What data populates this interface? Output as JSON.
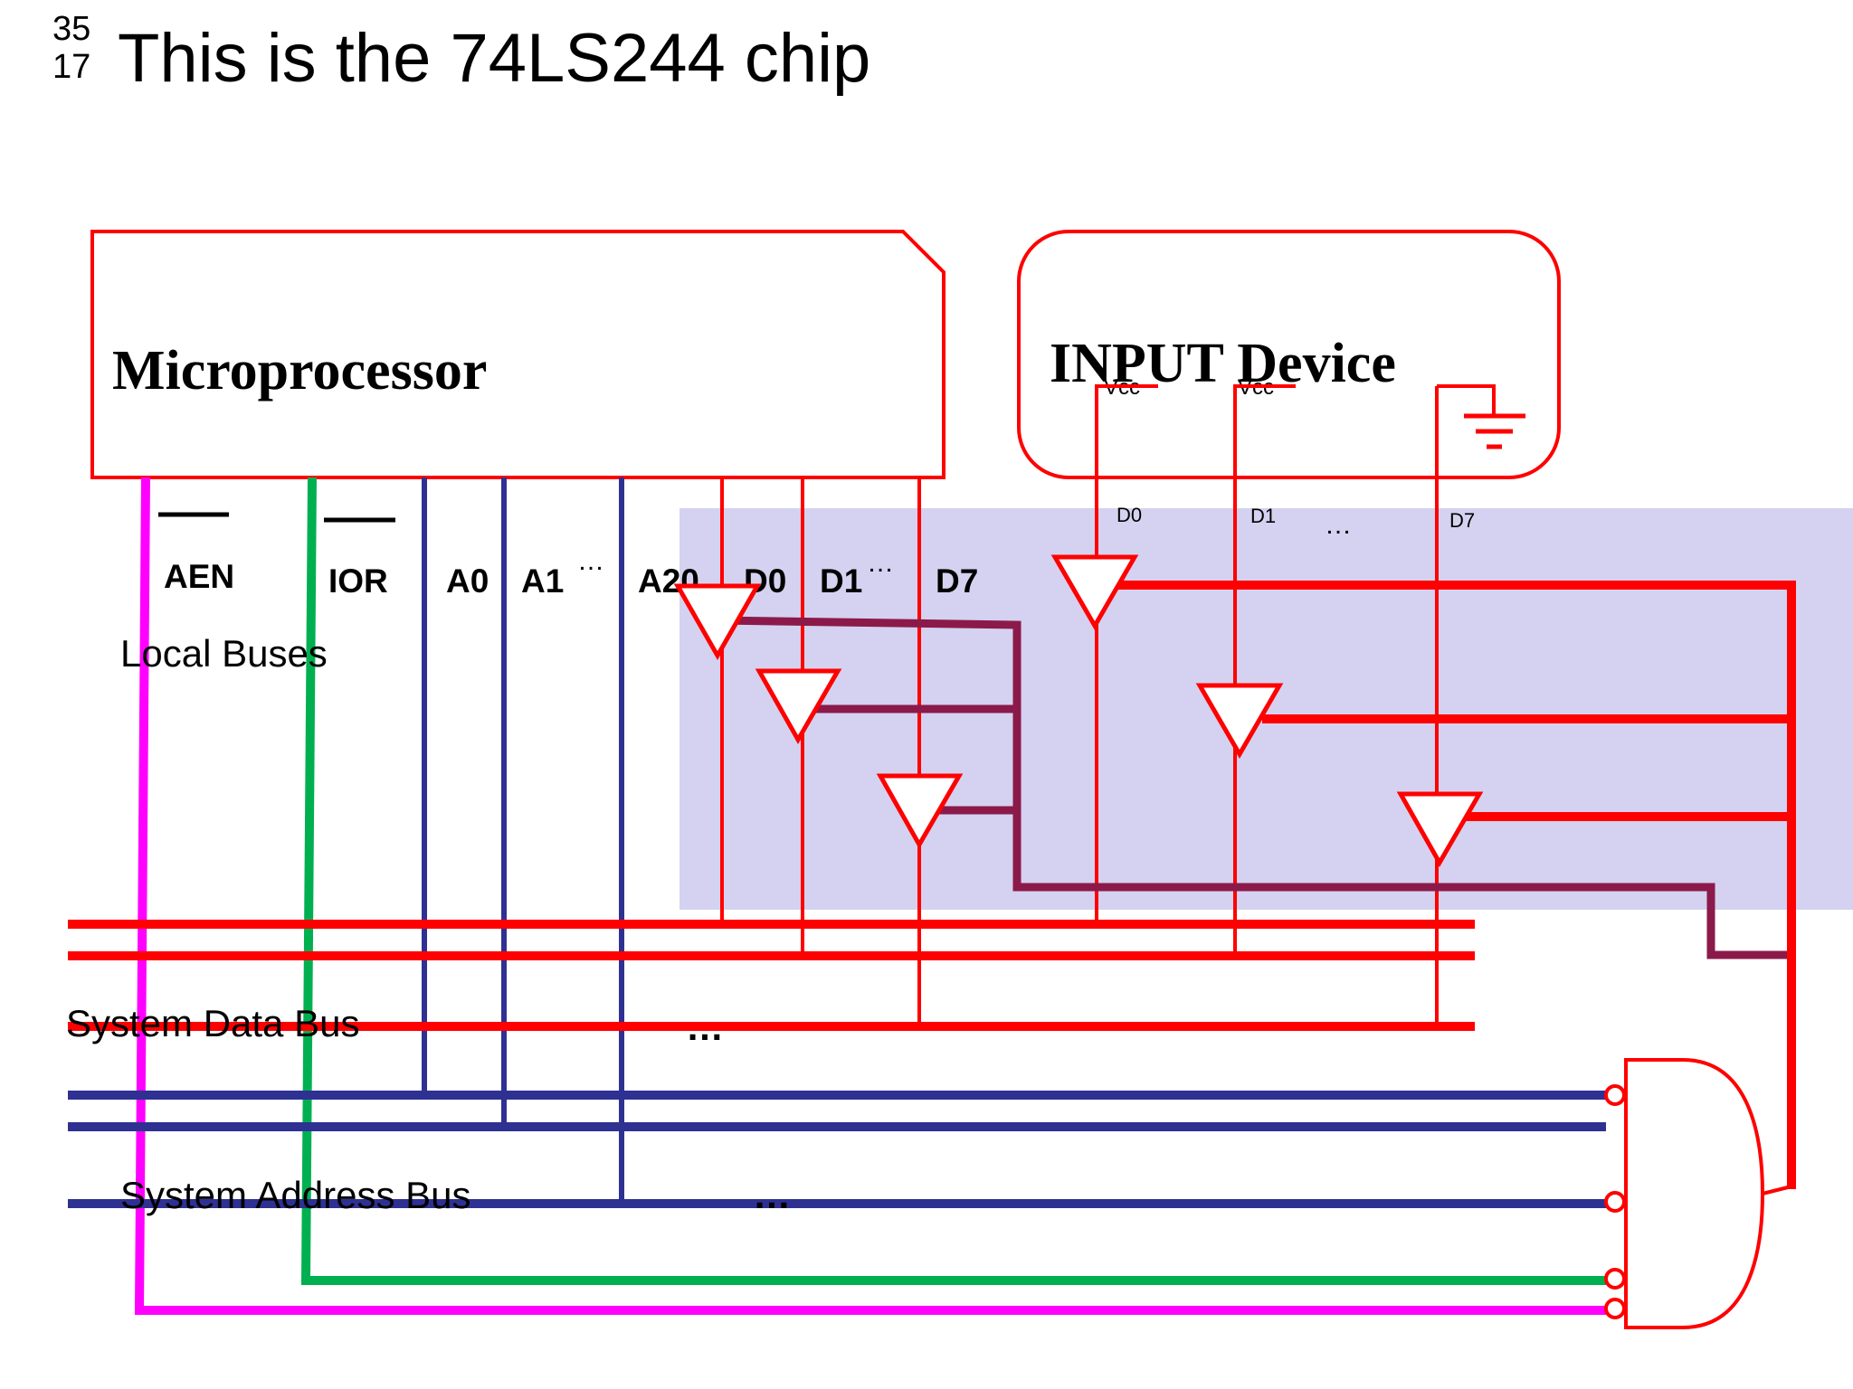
{
  "slide": {
    "number_top": "35",
    "number_bottom": "17",
    "title": "This is the 74LS244 chip"
  },
  "boxes": {
    "microprocessor": "Microprocessor",
    "input_device": "INPUT Device"
  },
  "pins": {
    "aen": "AEN",
    "ior": "IOR",
    "a0": "A0",
    "a1": "A1",
    "a20": "A20",
    "d0": "D0",
    "d1": "D1",
    "d7": "D7",
    "ellipsis": "…"
  },
  "device": {
    "vcc": "Vcc",
    "d0": "D0",
    "d1": "D1",
    "d7": "D7",
    "ellipsis": "…"
  },
  "labels": {
    "local_buses": "Local Buses",
    "system_data_bus": "System Data Bus",
    "system_address_bus": "System Address Bus",
    "dots": "…"
  },
  "colors": {
    "red": "#ff0000",
    "navy": "#2e3192",
    "magenta": "#ff00ff",
    "green": "#00b050",
    "maroon": "#8b1a4a",
    "shade": "#d4d2f0"
  }
}
